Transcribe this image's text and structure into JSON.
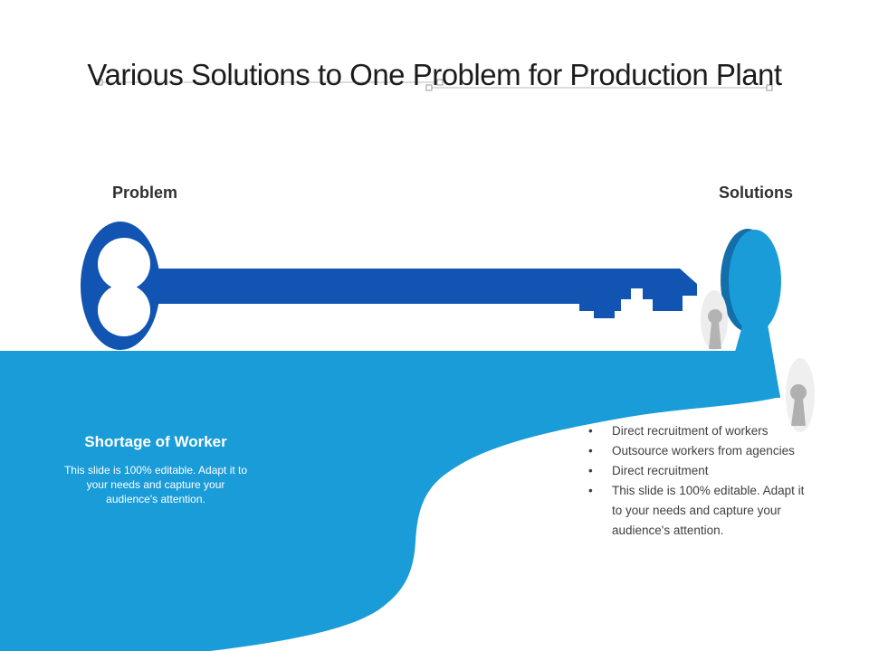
{
  "slide": {
    "title": "Various Solutions to One Problem for Production Plant",
    "left_label": "Problem",
    "right_label": "Solutions",
    "problem": {
      "heading": "Shortage of Worker",
      "body": "This slide is 100% editable. Adapt it to your needs and capture your audience's attention."
    },
    "solutions": {
      "bullets": [
        "Direct recruitment of workers",
        "Outsource workers from agencies",
        "Direct recruitment",
        "This slide is 100% editable. Adapt it to your needs and capture your audience's attention."
      ]
    },
    "icons": {
      "key": "key-icon",
      "keyhole": "keyhole-icon",
      "badge": "keyhole-badge-icon"
    },
    "colors": {
      "key_blue": "#1254b2",
      "cyan": "#1a9cd9",
      "cyan_shadow": "#136eaa",
      "halo_gray": "#ededed",
      "glyph_gray": "#b3b3b3",
      "text_dark": "#3f3f3f",
      "title_color": "#1c1c1c",
      "line_gray": "#bbbbbb"
    }
  }
}
